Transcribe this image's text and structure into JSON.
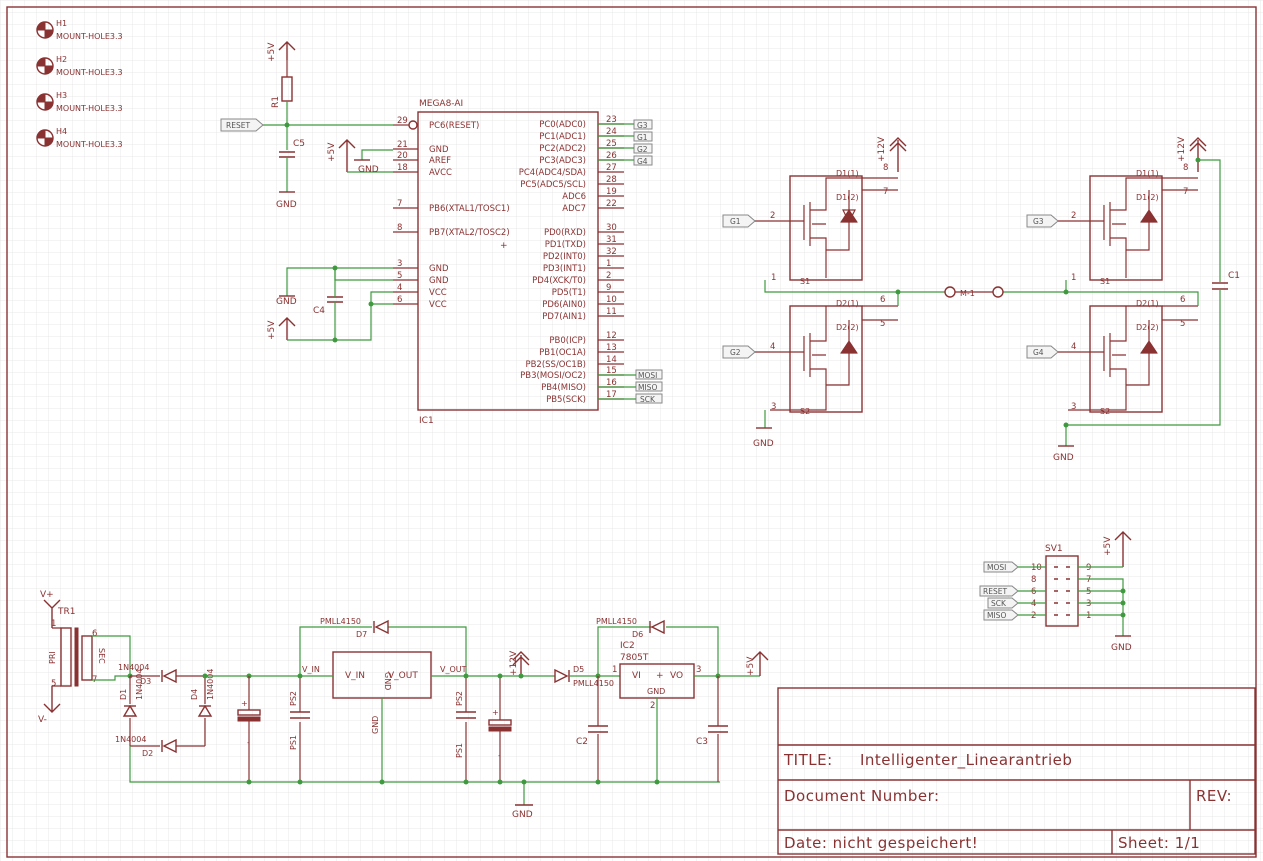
{
  "mount_holes": [
    {
      "name": "H1",
      "value": "MOUNT-HOLE3.3"
    },
    {
      "name": "H2",
      "value": "MOUNT-HOLE3.3"
    },
    {
      "name": "H3",
      "value": "MOUNT-HOLE3.3"
    },
    {
      "name": "H4",
      "value": "MOUNT-HOLE3.3"
    }
  ],
  "mcu": {
    "value": "MEGA8-AI",
    "name": "IC1",
    "left_pins": [
      {
        "num": "29",
        "name": "PC6(RESET)"
      },
      {
        "num": "21",
        "name": "GND"
      },
      {
        "num": "20",
        "name": "AREF"
      },
      {
        "num": "18",
        "name": "AVCC"
      },
      {
        "num": "7",
        "name": "PB6(XTAL1/TOSC1)"
      },
      {
        "num": "8",
        "name": "PB7(XTAL2/TOSC2)"
      },
      {
        "num": "3",
        "name": "GND"
      },
      {
        "num": "5",
        "name": "GND"
      },
      {
        "num": "4",
        "name": "VCC"
      },
      {
        "num": "6",
        "name": "VCC"
      }
    ],
    "right_pins": [
      {
        "num": "23",
        "name": "PC0(ADC0)"
      },
      {
        "num": "24",
        "name": "PC1(ADC1)"
      },
      {
        "num": "25",
        "name": "PC2(ADC2)"
      },
      {
        "num": "26",
        "name": "PC3(ADC3)"
      },
      {
        "num": "27",
        "name": "PC4(ADC4/SDA)"
      },
      {
        "num": "28",
        "name": "PC5(ADC5/SCL)"
      },
      {
        "num": "19",
        "name": "ADC6"
      },
      {
        "num": "22",
        "name": "ADC7"
      },
      {
        "num": "30",
        "name": "PD0(RXD)"
      },
      {
        "num": "31",
        "name": "PD1(TXD)"
      },
      {
        "num": "32",
        "name": "PD2(INT0)"
      },
      {
        "num": "1",
        "name": "PD3(INT1)"
      },
      {
        "num": "2",
        "name": "PD4(XCK/T0)"
      },
      {
        "num": "9",
        "name": "PD5(T1)"
      },
      {
        "num": "10",
        "name": "PD6(AIN0)"
      },
      {
        "num": "11",
        "name": "PD7(AIN1)"
      },
      {
        "num": "12",
        "name": "PB0(ICP)"
      },
      {
        "num": "13",
        "name": "PB1(OC1A)"
      },
      {
        "num": "14",
        "name": "PB2(SS/OC1B)"
      },
      {
        "num": "15",
        "name": "PB3(MOSI/OC2)"
      },
      {
        "num": "16",
        "name": "PB4(MISO)"
      },
      {
        "num": "17",
        "name": "PB5(SCK)"
      }
    ]
  },
  "net_tags": {
    "reset": "RESET",
    "g1": "G1",
    "g2": "G2",
    "g3": "G3",
    "g4": "G4",
    "mosi": "MOSI",
    "miso": "MISO",
    "sck": "SCK"
  },
  "supply": {
    "p5v": "+5V",
    "p12v": "+12V",
    "gnd": "GND",
    "vplus": "V+",
    "vminus": "V-"
  },
  "parts": {
    "r1": "R1",
    "c5": "C5",
    "c4": "C4",
    "c1": "C1",
    "c2": "C2",
    "c3": "C3",
    "ps1": "PS1",
    "ps2": "PS2",
    "tr1": "TR1",
    "pri": "PRI",
    "sec": "SEC",
    "d1": "D1",
    "d2": "D2",
    "d3": "D3",
    "d4": "D4",
    "d5": "D5",
    "d6": "D6",
    "d7": "D7",
    "diode_1n": "1N4004",
    "diode_pmll": "PMLL4150",
    "ic2": "IC2",
    "ic2_value": "7805T",
    "ic2_vi": "VI",
    "ic2_vo": "VO",
    "ic2_gnd": "GND",
    "reg_vin": "V_IN",
    "reg_vout": "V_OUT",
    "reg_gnd": "GND",
    "net_vin": "V_IN",
    "net_vout": "V_OUT",
    "q_s1": "S1",
    "q_s2": "S2",
    "q_d1_1": "D1(1)",
    "q_d1_2": "D1(2)",
    "q_d2_1": "D2(1)",
    "q_d2_2": "D2(2)",
    "motor": "M-1",
    "sv1": "SV1"
  },
  "header_pins": {
    "left": [
      "10",
      "8",
      "6",
      "4",
      "2"
    ],
    "right": [
      "9",
      "7",
      "5",
      "3",
      "1"
    ]
  },
  "title_block": {
    "title_label": "TITLE:",
    "title_value": "Intelligenter_Linearantrieb",
    "doc_label": "Document Number:",
    "rev_label": "REV:",
    "date_label": "Date: nicht gespeichert!",
    "sheet_label": "Sheet: 1/1"
  }
}
